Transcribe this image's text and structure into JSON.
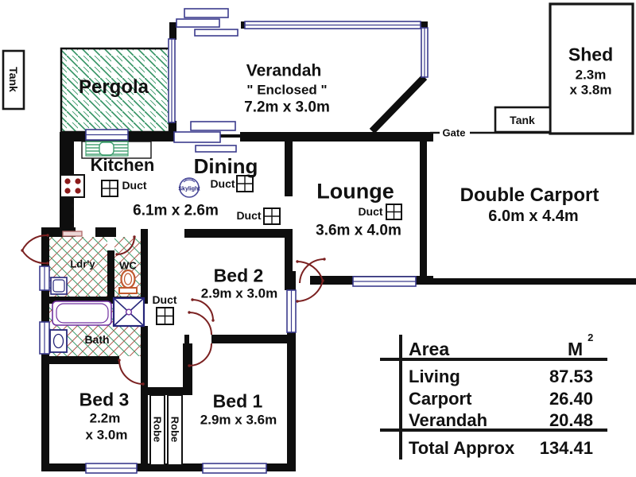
{
  "plan": {
    "title_hint": "Residential floor plan",
    "labels": {
      "tank_left": "Tank",
      "pergola": "Pergola",
      "verandah_title": "Verandah",
      "verandah_sub": "\" Enclosed \"",
      "verandah_dims": "7.2m x 3.0m",
      "shed_title": "Shed",
      "shed_dim1": "2.3m",
      "shed_dim2": "x 3.8m",
      "tank_right": "Tank",
      "gate": "Gate",
      "kitchen": "Kitchen",
      "dining": "Dining",
      "dining_dims": "6.1m x 2.6m",
      "skylight": "Skylight",
      "duct": "Duct",
      "lounge": "Lounge",
      "lounge_dims": "3.6m x 4.0m",
      "carport_title": "Double Carport",
      "carport_dims": "6.0m x 4.4m",
      "laundry": "Ldr'y",
      "wc": "WC",
      "bath": "Bath",
      "bed2_title": "Bed 2",
      "bed2_dims": "2.9m x 3.0m",
      "bed1_title": "Bed 1",
      "bed1_dims": "2.9m x 3.6m",
      "bed3_title": "Bed 3",
      "bed3_dim1": "2.2m",
      "bed3_dim2": "x 3.0m",
      "robe": "Robe"
    },
    "table": {
      "header": {
        "col1": "Area",
        "col2": "M",
        "col2_sup": "2"
      },
      "rows": [
        {
          "label": "Living",
          "value": "87.53"
        },
        {
          "label": "Carport",
          "value": "26.40"
        },
        {
          "label": "Verandah",
          "value": "20.48"
        }
      ],
      "total": {
        "label": "Total Approx",
        "value": "134.41"
      }
    },
    "colors": {
      "wall": "#0e0e0e",
      "window_frame": "#3c3c8e",
      "door": "#7b2121",
      "pergola_hatch": "#2f9160",
      "wet_area_hatch_red": "#b25b4e",
      "wet_area_hatch_green": "#3f9e6e",
      "fixture_purple": "#7030a0",
      "fixture_navy": "#26267a",
      "toilet_orange": "#c05a30",
      "stove_burner": "#8b1a1a",
      "bench_pink": "#b06868"
    }
  }
}
